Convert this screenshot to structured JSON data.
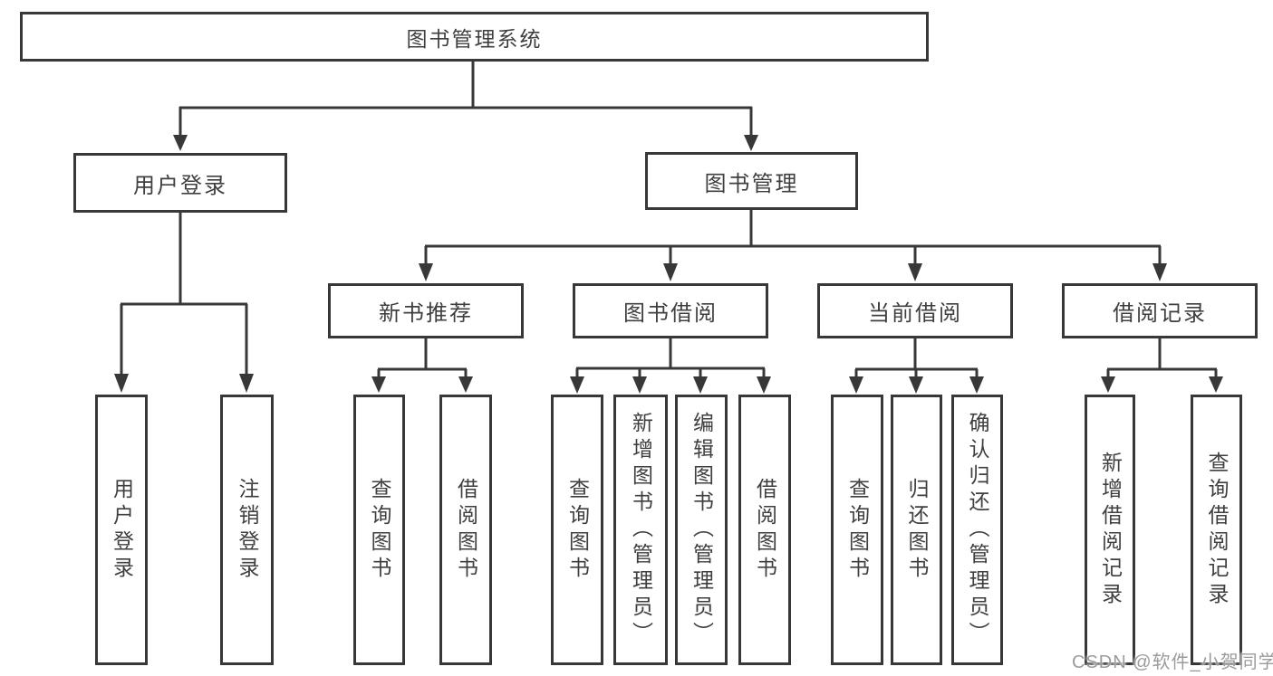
{
  "diagram": {
    "root": {
      "label": "图书管理系统"
    },
    "level2": [
      {
        "label": "用户登录"
      },
      {
        "label": "图书管理"
      }
    ],
    "level3": [
      {
        "label": "新书推荐"
      },
      {
        "label": "图书借阅"
      },
      {
        "label": "当前借阅"
      },
      {
        "label": "借阅记录"
      }
    ],
    "leaves": [
      {
        "parent": "用户登录",
        "label": "用户登录"
      },
      {
        "parent": "用户登录",
        "label": "注销登录"
      },
      {
        "parent": "新书推荐",
        "label": "查询图书"
      },
      {
        "parent": "新书推荐",
        "label": "借阅图书"
      },
      {
        "parent": "图书借阅",
        "label": "查询图书"
      },
      {
        "parent": "图书借阅",
        "label": "新增图书（管理员）"
      },
      {
        "parent": "图书借阅",
        "label": "编辑图书（管理员）"
      },
      {
        "parent": "图书借阅",
        "label": "借阅图书"
      },
      {
        "parent": "当前借阅",
        "label": "查询图书"
      },
      {
        "parent": "当前借阅",
        "label": "归还图书"
      },
      {
        "parent": "当前借阅",
        "label": "确认归还（管理员）"
      },
      {
        "parent": "借阅记录",
        "label": "新增借阅记录"
      },
      {
        "parent": "借阅记录",
        "label": "查询借阅记录"
      }
    ],
    "watermark": "CSDN @软件_小贺同学",
    "colors": {
      "line": "#383838",
      "text": "#3f3f3f",
      "watermark": "#9b9b9b",
      "background": "#ffffff"
    }
  }
}
